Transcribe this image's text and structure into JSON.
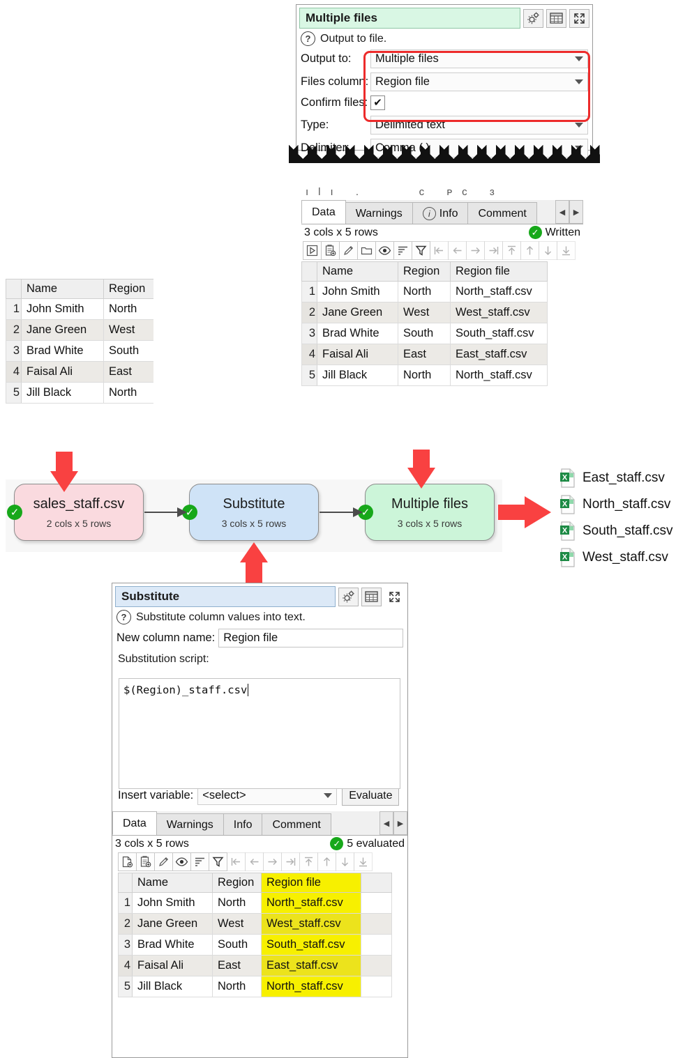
{
  "output_panel": {
    "title": "Multiple files",
    "help_text": "Output to file.",
    "fields": [
      {
        "label": "Output to:",
        "value": "Multiple files",
        "type": "dropdown"
      },
      {
        "label": "Files column:",
        "value": "Region file",
        "type": "dropdown"
      },
      {
        "label": "Confirm files:",
        "value": "✔",
        "type": "checkbox"
      },
      {
        "label": "Type:",
        "value": "Delimited text",
        "type": "dropdown"
      },
      {
        "label": "Delimiter:",
        "value": "Comma (,)",
        "type": "dropdown"
      }
    ],
    "titlebar_icons": [
      "gear-icon",
      "table-icon",
      "expand-icon"
    ]
  },
  "written_panel": {
    "tabs": [
      {
        "label": "Data",
        "active": true,
        "icon": null
      },
      {
        "label": "Warnings",
        "active": false,
        "icon": null
      },
      {
        "label": "Info",
        "active": false,
        "icon": "info-icon"
      },
      {
        "label": "Comment",
        "active": false,
        "icon": null
      }
    ],
    "tab_scroll_left": "◀",
    "tab_scroll_right": "▶",
    "dimensions": "3 cols x 5 rows",
    "status": "Written",
    "columns": [
      "Name",
      "Region",
      "Region file"
    ],
    "rows": [
      {
        "n": "1",
        "name": "John Smith",
        "region": "North",
        "file": "North_staff.csv"
      },
      {
        "n": "2",
        "name": "Jane Green",
        "region": "West",
        "file": "West_staff.csv"
      },
      {
        "n": "3",
        "name": "Brad White",
        "region": "South",
        "file": "South_staff.csv"
      },
      {
        "n": "4",
        "name": "Faisal Ali",
        "region": "East",
        "file": "East_staff.csv"
      },
      {
        "n": "5",
        "name": "Jill Black",
        "region": "North",
        "file": "North_staff.csv"
      }
    ],
    "toolbar_icons": [
      "run-icon",
      "paste-icon",
      "edit-icon",
      "folder-icon",
      "eye-icon",
      "sort-icon",
      "filter-icon",
      "first-col-icon",
      "prev-col-icon",
      "next-col-icon",
      "last-col-icon",
      "first-row-icon",
      "prev-row-icon",
      "next-row-icon",
      "last-row-icon"
    ]
  },
  "source_table": {
    "columns": [
      "Name",
      "Region"
    ],
    "rows": [
      {
        "n": "1",
        "name": "John Smith",
        "region": "North"
      },
      {
        "n": "2",
        "name": "Jane Green",
        "region": "West"
      },
      {
        "n": "3",
        "name": "Brad White",
        "region": "South"
      },
      {
        "n": "4",
        "name": "Faisal Ali",
        "region": "East"
      },
      {
        "n": "5",
        "name": "Jill Black",
        "region": "North"
      }
    ]
  },
  "flow": {
    "nodes": [
      {
        "name": "sales_staff.csv",
        "sub": "2 cols x 5 rows",
        "color": "pink",
        "status": "ok"
      },
      {
        "name": "Substitute",
        "sub": "3 cols x 5 rows",
        "color": "blue",
        "status": "ok"
      },
      {
        "name": "Multiple files",
        "sub": "3 cols x 5 rows",
        "color": "green",
        "status": "ok"
      }
    ],
    "output_files": [
      "East_staff.csv",
      "North_staff.csv",
      "South_staff.csv",
      "West_staff.csv"
    ]
  },
  "substitute_panel": {
    "title": "Substitute",
    "help_text": "Substitute column values into text.",
    "new_column_label": "New column name:",
    "new_column_value": "Region file",
    "script_label": "Substitution script:",
    "script_value": "$(Region)_staff.csv",
    "insert_variable_label": "Insert variable:",
    "insert_variable_value": "<select>",
    "evaluate_button": "Evaluate",
    "titlebar_icons": [
      "gear-icon",
      "table-icon",
      "expand-icon"
    ],
    "tabs": [
      {
        "label": "Data",
        "active": true
      },
      {
        "label": "Warnings",
        "active": false
      },
      {
        "label": "Info",
        "active": false
      },
      {
        "label": "Comment",
        "active": false
      }
    ],
    "tab_scroll_left": "◀",
    "tab_scroll_right": "▶",
    "dimensions": "3 cols x 5 rows",
    "status": "5 evaluated",
    "columns": [
      "Name",
      "Region",
      "Region file"
    ],
    "rows": [
      {
        "n": "1",
        "name": "John Smith",
        "region": "North",
        "file": "North_staff.csv"
      },
      {
        "n": "2",
        "name": "Jane Green",
        "region": "West",
        "file": "West_staff.csv"
      },
      {
        "n": "3",
        "name": "Brad White",
        "region": "South",
        "file": "South_staff.csv"
      },
      {
        "n": "4",
        "name": "Faisal Ali",
        "region": "East",
        "file": "East_staff.csv"
      },
      {
        "n": "5",
        "name": "Jill Black",
        "region": "North",
        "file": "North_staff.csv"
      }
    ],
    "toolbar_icons": [
      "new-file-icon",
      "paste-icon",
      "edit-icon",
      "eye-icon",
      "sort-icon",
      "filter-icon",
      "first-col-icon",
      "prev-col-icon",
      "next-col-icon",
      "last-col-icon",
      "first-row-icon",
      "prev-row-icon",
      "next-row-icon",
      "last-row-icon"
    ]
  },
  "colors": {
    "highlight_red": "#ed2b2b",
    "arrow_red": "#f94141",
    "status_green": "#17a81a",
    "cell_highlight_yellow": "#f7f000",
    "node_pink": "#fadadf",
    "node_blue": "#cfe3f7",
    "node_green": "#ccf5d9",
    "excel_green": "#1d8a45"
  }
}
